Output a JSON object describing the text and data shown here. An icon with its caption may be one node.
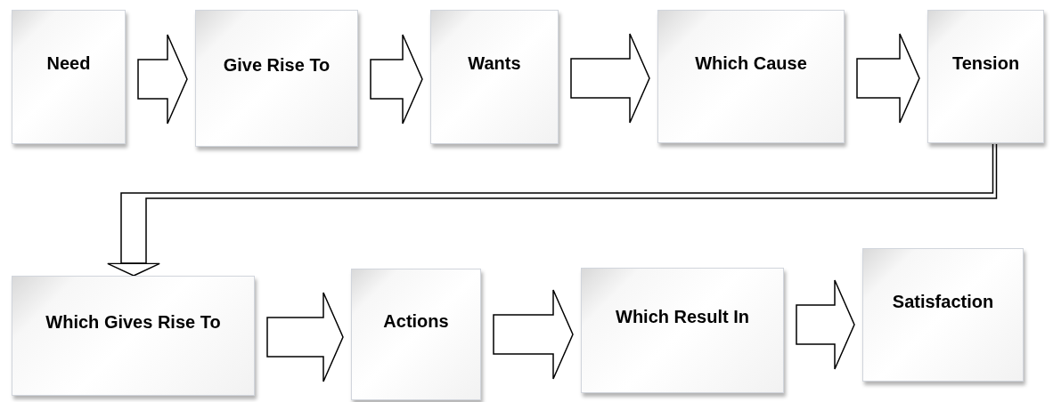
{
  "diagram": {
    "nodes": [
      {
        "text": [
          "Need"
        ]
      },
      {
        "text": [
          "Give Rise To"
        ]
      },
      {
        "text": [
          "Wants"
        ]
      },
      {
        "text": [
          "Which Cause"
        ]
      },
      {
        "text": [
          "Tension"
        ]
      },
      {
        "text": [
          "Which Gives Rise To"
        ]
      },
      {
        "text": [
          "Actions"
        ]
      },
      {
        "text": [
          "Which Result In"
        ]
      },
      {
        "text": [
          "Satisfaction"
        ]
      }
    ],
    "edges": [
      {
        "from": 0,
        "to": 1,
        "arrow": "to"
      },
      {
        "from": 1,
        "to": 2,
        "arrow": "to"
      },
      {
        "from": 2,
        "to": 3,
        "arrow": "to"
      },
      {
        "from": 3,
        "to": 4,
        "arrow": "to"
      },
      {
        "from": 4,
        "to": 5,
        "arrow": "to"
      },
      {
        "from": 5,
        "to": 6,
        "arrow": "to"
      },
      {
        "from": 6,
        "to": 7,
        "arrow": "to"
      },
      {
        "from": 7,
        "to": 8,
        "arrow": "to"
      }
    ]
  }
}
